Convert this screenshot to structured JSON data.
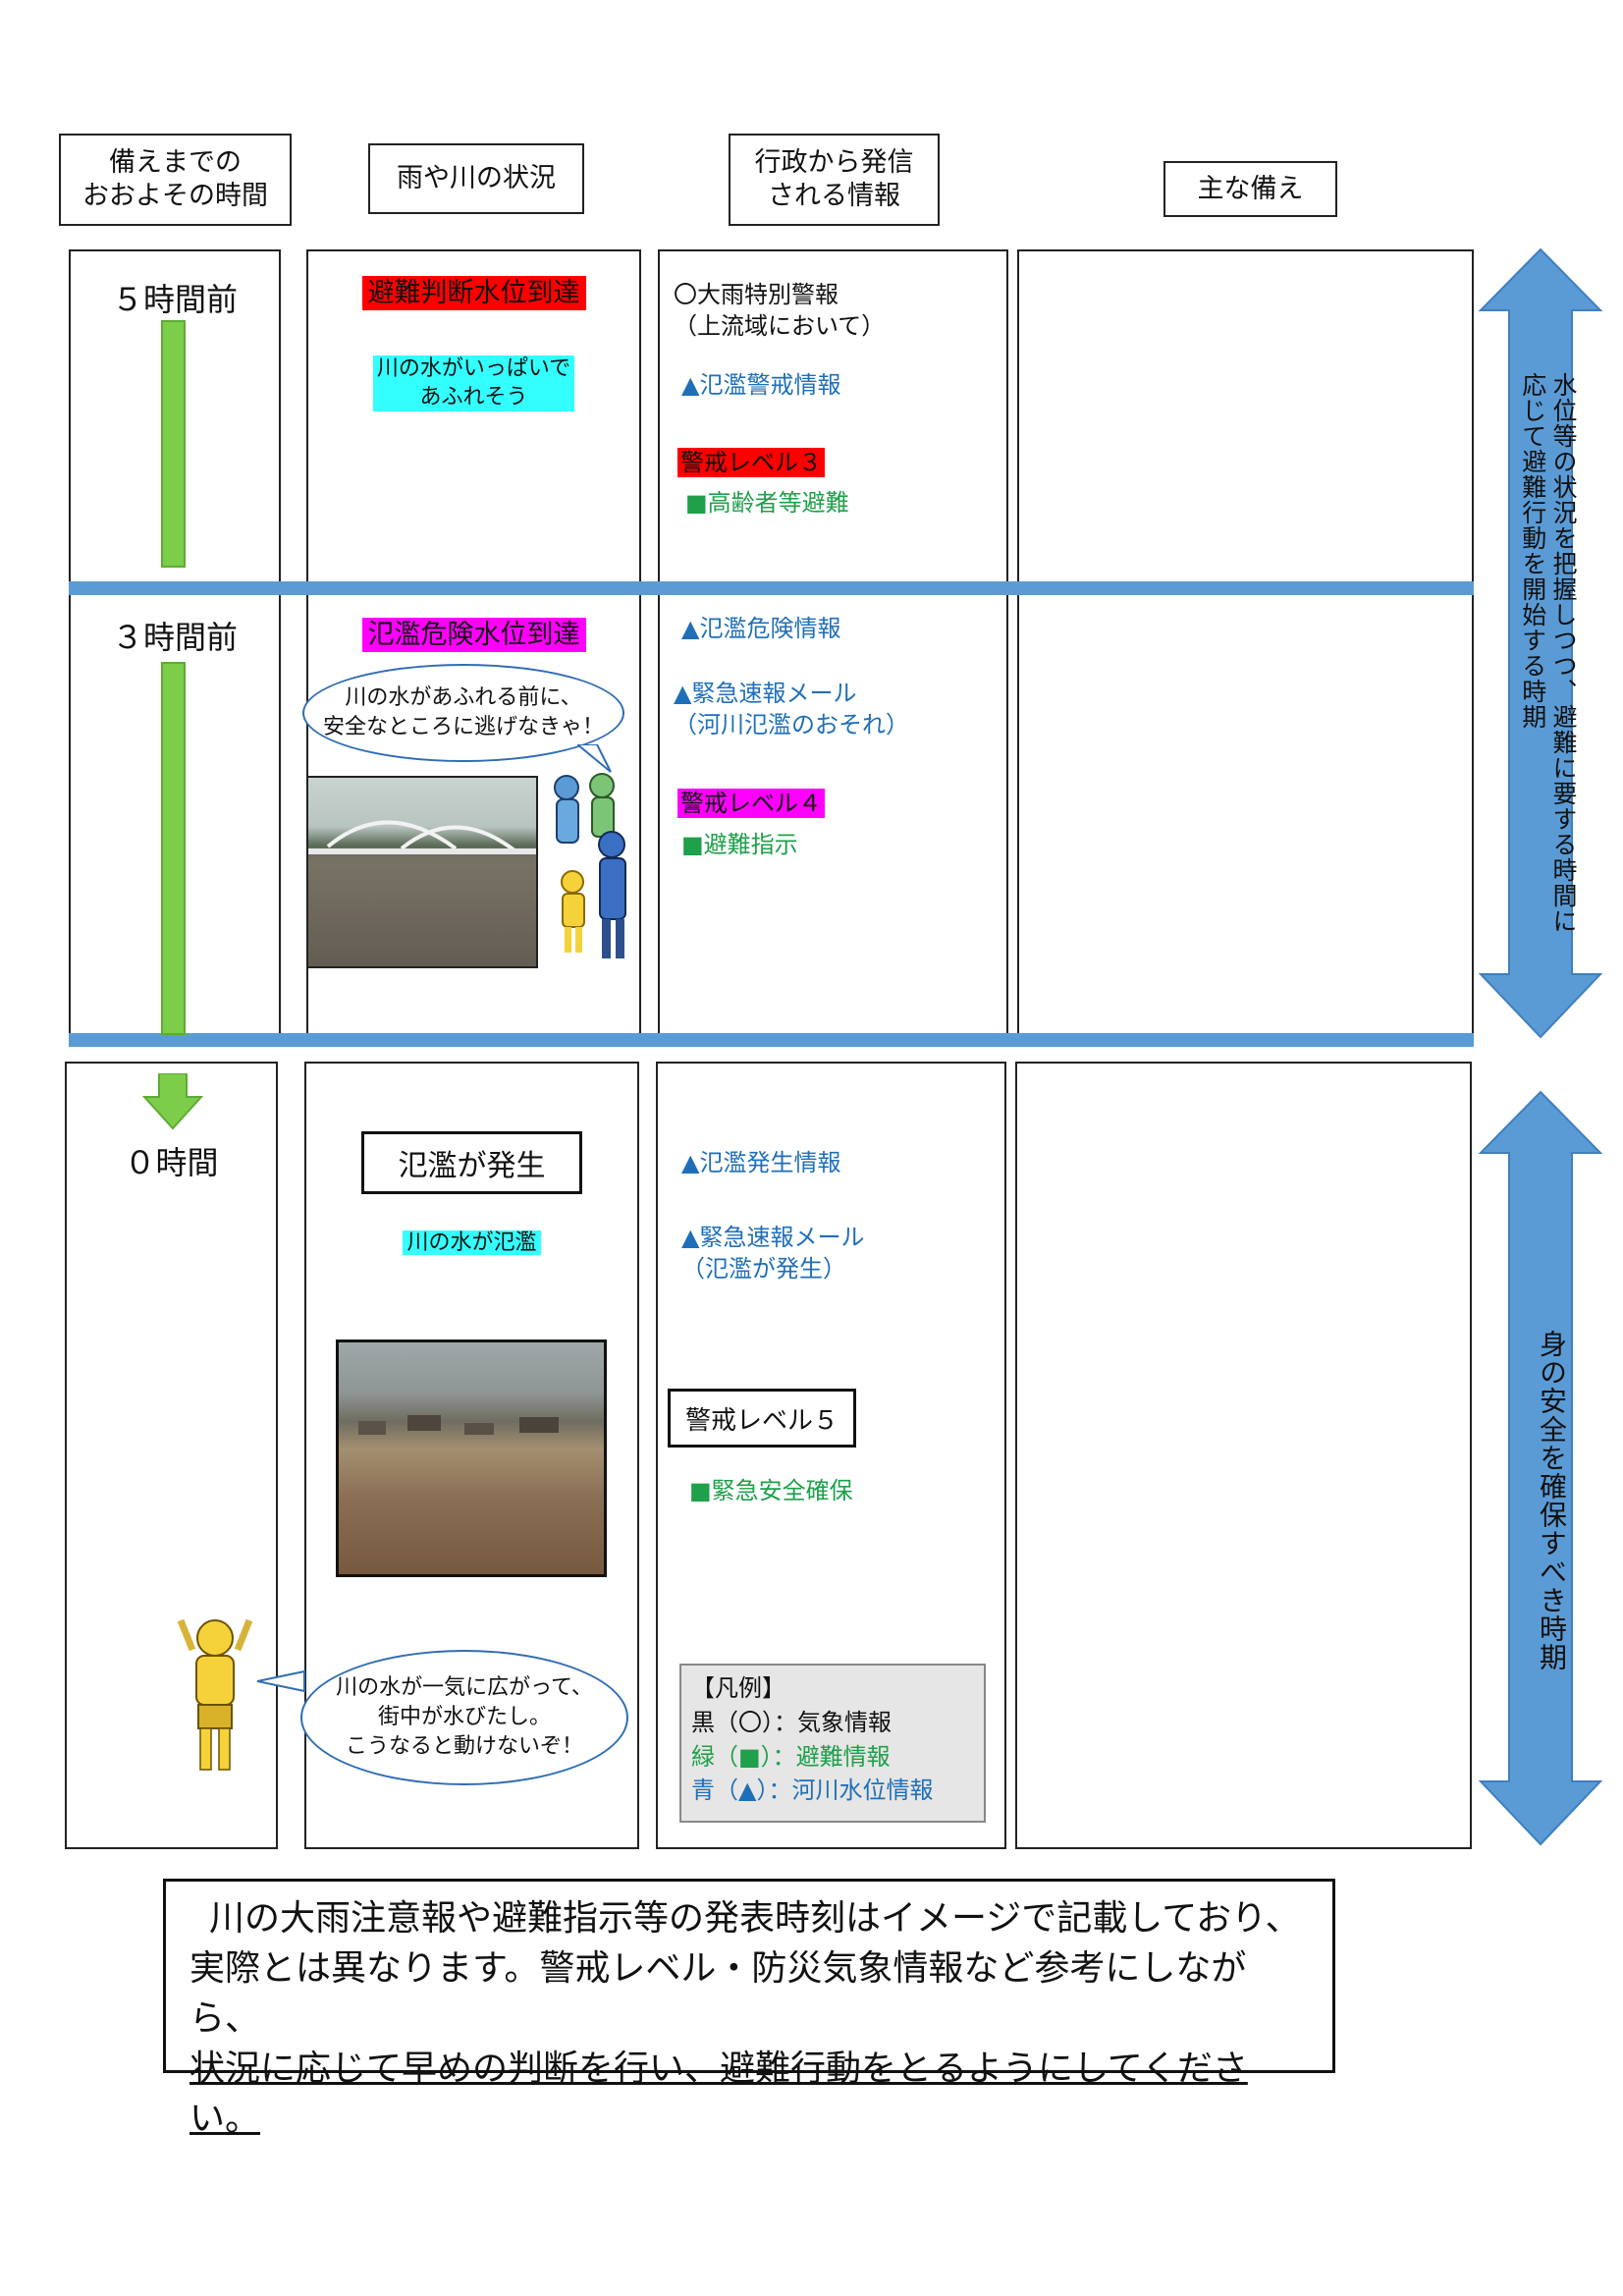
{
  "headers": {
    "col1": "備えまでの\nおおよその時間",
    "col2": "雨や川の状況",
    "col3": "行政から発信\nされる情報",
    "col4": "主な備え"
  },
  "row1": {
    "time": "５時間前",
    "status_label": "避難判断水位到達",
    "status_desc": "川の水がいっぱいで\nあふれそう",
    "info_weather": "〇大雨特別警報\n（上流域において）",
    "info_river": "▲氾濫警戒情報",
    "level": "警戒レベル３",
    "evac": "■高齢者等避難"
  },
  "row2": {
    "time": "３時間前",
    "status_label": "氾濫危険水位到達",
    "bubble": "川の水があふれる前に、\n安全なところに逃げなきゃ！",
    "info_river": "▲氾濫危険情報",
    "info_mail": "▲緊急速報メール\n（河川氾濫のおそれ）",
    "level": "警戒レベル４",
    "evac": "■避難指示"
  },
  "row3": {
    "time": "０時間",
    "status_label": "氾濫が発生",
    "status_desc": "川の水が氾濫",
    "bubble": "川の水が一気に広がって、\n街中が水びたし。\nこうなると動けないぞ！",
    "info_river": "▲氾濫発生情報",
    "info_mail": "▲緊急速報メール\n（氾濫が発生）",
    "level": "警戒レベル５",
    "evac": "■緊急安全確保"
  },
  "legend": {
    "title": "【凡例】",
    "black": "黒（〇）：気象情報",
    "green": "緑（■）：避難情報",
    "blue": "青（▲）：河川水位情報"
  },
  "side_arrows": {
    "upper": "水位等の状況を把握しつつ、避難に要する時間に\n応じて避難行動を開始する時期",
    "lower": "身の安全を確保すべき時期"
  },
  "notice": {
    "line1": "川の大雨注意報や避難指示等の発表時刻はイメージで記載しており、",
    "line2": "実際とは異なります。警戒レベル・防災気象情報など参考にしながら、",
    "line3": "状況に応じて早めの判断を行い、避難行動をとるようにしてください。"
  },
  "colors": {
    "separator": "#5b9bd5",
    "arrow": "#5b9bd5",
    "timeline": "#7ccd4a",
    "red_highlight": "#ff0000",
    "magenta_highlight": "#ff00ff",
    "cyan_highlight": "#33ffff",
    "info_blue": "#1f6fb8",
    "info_green": "#1fa04a"
  }
}
